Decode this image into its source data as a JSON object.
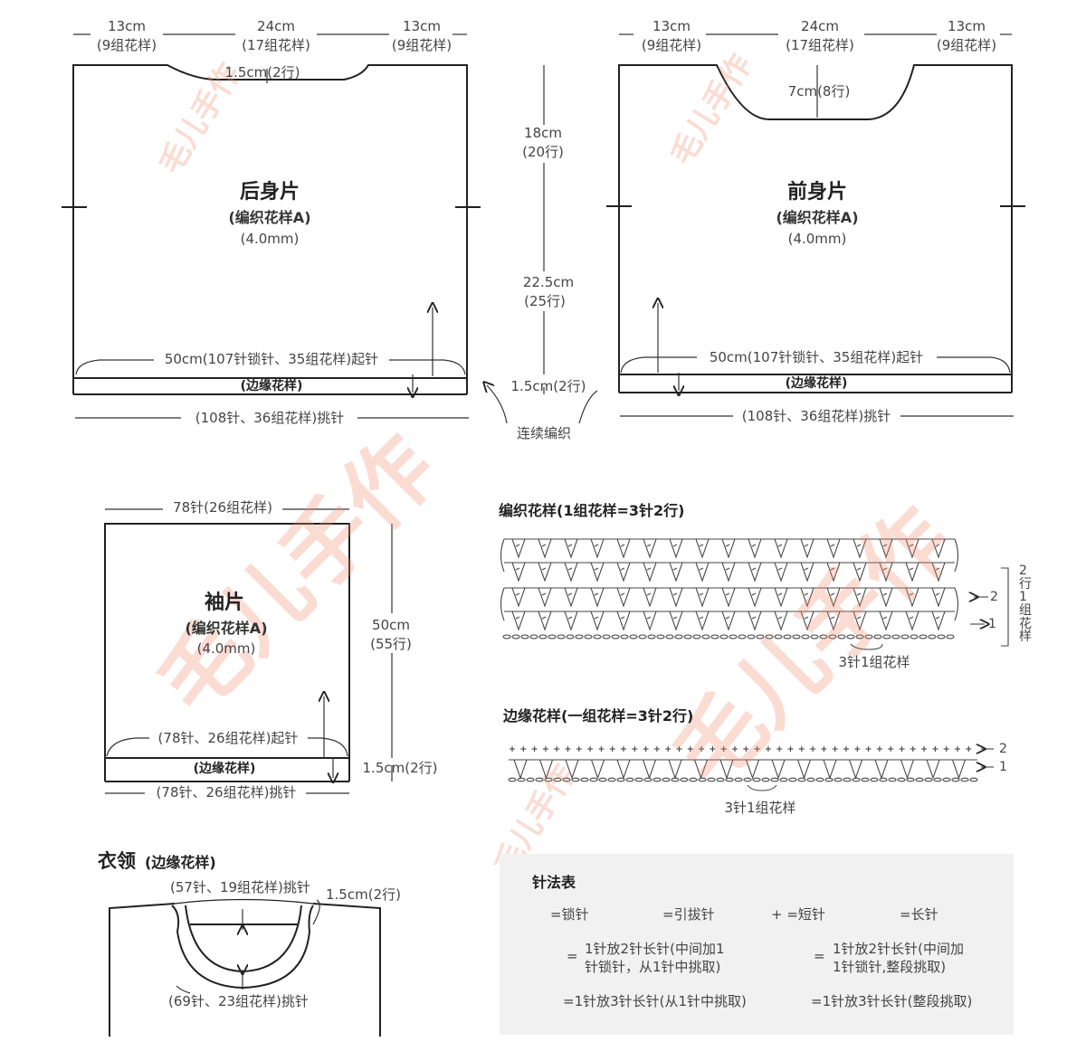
{
  "back_piece": {
    "dim_left": "13cm",
    "dim_left_sub": "(9组花样)",
    "dim_mid": "24cm",
    "dim_mid_sub": "(17组花样)",
    "dim_right": "13cm",
    "dim_right_sub": "(9组花样)",
    "neck_depth": "1.5cm(2行)",
    "title": "后身片",
    "pattern": "(编织花样A)",
    "hook": "(4.0mm)",
    "start_chain": "50cm(107针锁针、35组花样)起针",
    "border": "(边缘花样)",
    "pickup": "(108针、36组花样)挑针"
  },
  "front_piece": {
    "dim_left": "13cm",
    "dim_left_sub": "(9组花样)",
    "dim_mid": "24cm",
    "dim_mid_sub": "(17组花样)",
    "dim_right": "13cm",
    "dim_right_sub": "(9组花样)",
    "neck_depth": "7cm(8行)",
    "title": "前身片",
    "pattern": "(编织花样A)",
    "hook": "(4.0mm)",
    "start_chain": "50cm(107针锁针、35组花样)起针",
    "border": "(边缘花样)",
    "pickup": "(108针、36组花样)挑针"
  },
  "body_dims": {
    "upper": "18cm",
    "upper_sub": "(20行)",
    "lower": "22.5cm",
    "lower_sub": "(25行)",
    "border": "1.5cm(2行)",
    "continuous": "连续编织"
  },
  "sleeve": {
    "top": "78针(26组花样)",
    "title": "袖片",
    "pattern": "(编织花样A)",
    "hook": "(4.0mm)",
    "height": "50cm",
    "height_sub": "(55行)",
    "start_chain": "(78针、26组花样)起针",
    "border": "(边缘花样)",
    "border_height": "1.5cm(2行)",
    "pickup": "(78针、26组花样)挑针"
  },
  "collar": {
    "title": "衣领",
    "title_sub": "(边缘花样)",
    "inner_pickup": "(57针、19组花样)挑针",
    "height": "1.5cm(2行)",
    "outer_pickup": "(69针、23组花样)挑针"
  },
  "pattern_a": {
    "title": "编织花样(1组花样=3针2行)",
    "row2": "2",
    "row1": "1",
    "side_label": "2行1组花样",
    "repeat": "3针1组花样"
  },
  "border_pattern": {
    "title": "边缘花样(一组花样=3针2行)",
    "row2": "2",
    "row1": "1",
    "repeat": "3针1组花样"
  },
  "legend": {
    "title": "针法表",
    "chain": "=锁针",
    "slip": "=引拔针",
    "sc": "+ =短针",
    "dc": "=长针",
    "v1_eq": "=",
    "v1_line1": "1针放2针长针(中间加1",
    "v1_line2": "针锁针，从1针中挑取)",
    "v2_eq": "=",
    "v2_line1": "1针放2针长针(中间加",
    "v2_line2": "1针锁针,整段挑取)",
    "t1": "=1针放3针长针(从1针中挑取)",
    "t2": "=1针放3针长针(整段挑取)"
  },
  "watermarks": [
    "毛儿手作",
    "毛儿手作",
    "毛儿手作",
    "毛儿手作",
    "毛儿手作"
  ],
  "colors": {
    "line": "#222222",
    "watermark": "#f08c6e",
    "legend_bg": "#f1f1f1"
  }
}
